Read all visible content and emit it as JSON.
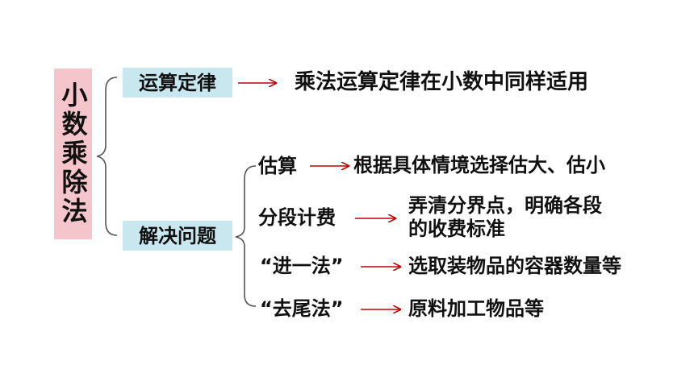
{
  "root": {
    "label": "小数乘除法"
  },
  "categories": {
    "rules": {
      "label": "运算定律",
      "note": "乘法运算定律在小数中同样适用"
    },
    "problems": {
      "label": "解决问题",
      "items": [
        {
          "label": "估算",
          "desc": "根据具体情境选择估大、估小"
        },
        {
          "label": "分段计费",
          "desc_line1": "弄清分界点，明确各段",
          "desc_line2": "的收费标准"
        },
        {
          "label": "“进一法”",
          "desc": "选取装物品的容器数量等"
        },
        {
          "label": "“去尾法”",
          "desc": "原料加工物品等"
        }
      ]
    }
  },
  "colors": {
    "root_bg": "#f4c6cb",
    "category_bg": "#c9e7ee",
    "arrow": "#c00000",
    "brace": "#555555"
  }
}
